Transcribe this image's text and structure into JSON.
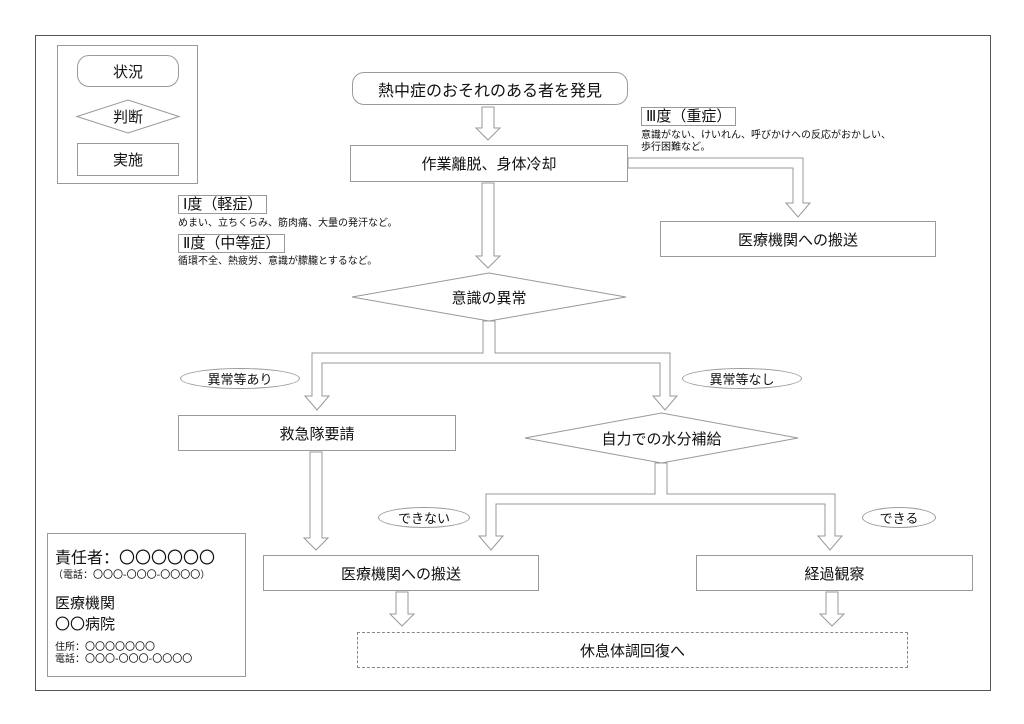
{
  "legend": {
    "situation": "状況",
    "judgment": "判断",
    "action": "実施"
  },
  "flow": {
    "start": "熱中症のおそれのある者を発見",
    "cool": "作業離脱、身体冷却",
    "severe_title": "Ⅲ度（重症）",
    "severe_desc_1": "意識がない、けいれん、呼びかけへの反応がおかしい、",
    "severe_desc_2": "歩行困難など。",
    "transport_severe": "医療機関への搬送",
    "mild_title": "Ⅰ度（軽症）",
    "mild_desc": "めまい、立ちくらみ、筋肉痛、大量の発汗など。",
    "moderate_title": "Ⅱ度（中等症）",
    "moderate_desc": "循環不全、熱疲労、意識が朦朧とするなど。",
    "consciousness": "意識の異常",
    "abnormal_yes": "異常等あり",
    "abnormal_no": "異常等なし",
    "ambulance": "救急隊要請",
    "hydration": "自力での水分補給",
    "cannot": "できない",
    "can": "できる",
    "transport": "医療機関への搬送",
    "observe": "経過観察",
    "rest": "休息体調回復へ"
  },
  "contact": {
    "manager": "責任者：〇〇〇〇〇〇",
    "manager_phone": "（電話：〇〇〇-〇〇〇-〇〇〇〇）",
    "hospital_label": "医療機関",
    "hospital_name": "〇〇病院",
    "address": "住所：〇〇〇〇〇〇〇",
    "phone": "電話：〇〇〇-〇〇〇-〇〇〇〇"
  }
}
